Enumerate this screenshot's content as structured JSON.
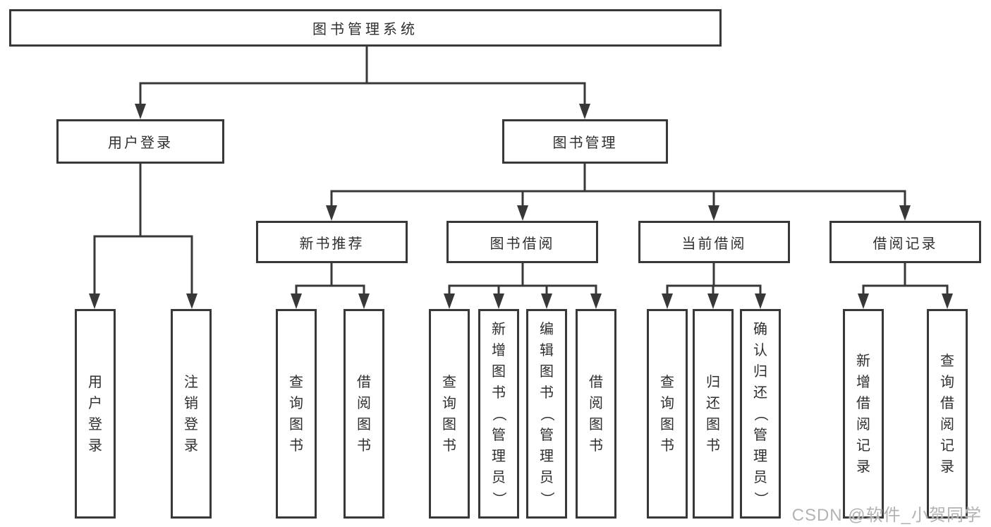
{
  "tree": {
    "root": "图书管理系统",
    "login": {
      "label": "用户登录",
      "children": [
        "用户登录",
        "注销登录"
      ]
    },
    "management": {
      "label": "图书管理",
      "sections": [
        {
          "label": "新书推荐",
          "children": [
            "查询图书",
            "借阅图书"
          ]
        },
        {
          "label": "图书借阅",
          "children": [
            "查询图书",
            "新增图书（管理员）",
            "编辑图书（管理员）",
            "借阅图书"
          ]
        },
        {
          "label": "当前借阅",
          "children": [
            "查询图书",
            "归还图书",
            "确认归还（管理员）"
          ]
        },
        {
          "label": "借阅记录",
          "children": [
            "新增借阅记录",
            "查询借阅记录"
          ]
        }
      ]
    }
  },
  "watermark": "CSDN @软件_小贺同学",
  "colors": {
    "line": "#383838",
    "text": "#2f2f2f",
    "background": "#ffffff",
    "watermark": "#b3b3b3"
  }
}
